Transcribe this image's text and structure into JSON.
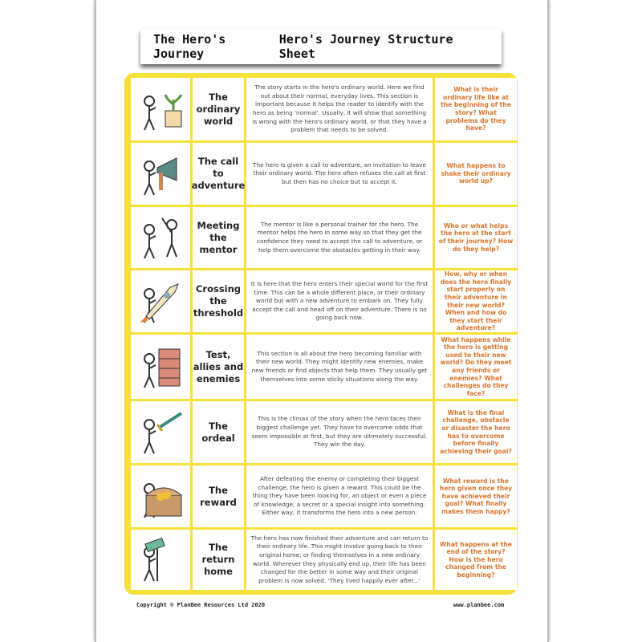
{
  "header": {
    "left_title": "The Hero's Journey",
    "right_title": "Hero's Journey Structure Sheet"
  },
  "rows": [
    {
      "icon": "hero-with-plant-icon",
      "title": "The ordinary world",
      "description": "The story starts in the hero's ordinary world. Here we find out about their normal, everyday lives. This section is important because it helps the reader to identify with the hero as being 'normal'. Usually, it will show that something is wrong with the hero's ordinary world, or that they have a problem that needs to be solved.",
      "question": "What is their ordinary life like at the beginning of the story? What problems do they have?"
    },
    {
      "icon": "megaphone-icon",
      "title": "The call to adventure",
      "description": "The hero is given a call to adventure, an invitation to leave their ordinary world. The hero often refuses the call at first but then has no choice but to accept it.",
      "question": "What happens to shake their ordinary world up?"
    },
    {
      "icon": "high-five-icon",
      "title": "Meeting the mentor",
      "description": "The mentor is like a personal trainer for the hero. The mentor helps the hero in some way so that they get the confidence they need to accept the call to adventure, or help them overcome the obstacles getting in their way.",
      "question": "Who or what helps the hero at the start of their journey? How do they help?"
    },
    {
      "icon": "rocket-icon",
      "title": "Crossing the threshold",
      "description": "It is here that the hero enters their special world for the first time. This can be a whole different place, or their ordinary world but with a new adventure to embark on. They fully accept the call and head off on their adventure. There is no going back now.",
      "question": "How, why or when does the hero finally start properly on their adventure in their new world? When and how do they start their adventure?"
    },
    {
      "icon": "brick-wall-icon",
      "title": "Test, allies and enemies",
      "description": "This section is all about the hero becoming familiar with their new world. They might identify new enemies, make new friends or find objects that help them. They usually get themselves into some sticky situations along the way.",
      "question": "What happens while the hero is getting used to their new world? Do they meet any friends or enemies? What challenges do they face?"
    },
    {
      "icon": "sword-icon",
      "title": "The ordeal",
      "description": "This is the climax of the story when the hero faces their biggest challenge yet. They have to overcome odds that seem impossible at first, but they are ultimately successful. They win the day.",
      "question": "What is the final challenge, obstacle or disaster the hero has to overcome before finally achieving their goal?"
    },
    {
      "icon": "treasure-chest-icon",
      "title": "The reward",
      "description": "After defeating the enemy or completing their biggest challenge, the hero is given a reward. This could be the thing they have been looking for, an object or even a piece of knowledge, a secret or a special insight into something. Either way, it transforms the hero into a new person.",
      "question": "What reward is the hero given once they have achieved their goal? What finally makes them happy?"
    },
    {
      "icon": "home-sign-icon",
      "title": "The return home",
      "description": "The hero has now finished their adventure and can return to their ordinary life. This might involve going back to their original home, or finding themselves in a new ordinary world. Wherever they physically end up, their life has been changed for the better in some way and their original problem is now solved. 'They lived happily ever after...'",
      "question": "What happens at the end of the story? How is the hero changed from the beginning?"
    }
  ],
  "footer": {
    "copyright": "Copyright © PlanBee Resources Ltd 2020",
    "website": "www.planbee.com"
  },
  "colors": {
    "frame": "#f6e03a",
    "question": "#d9742b"
  }
}
